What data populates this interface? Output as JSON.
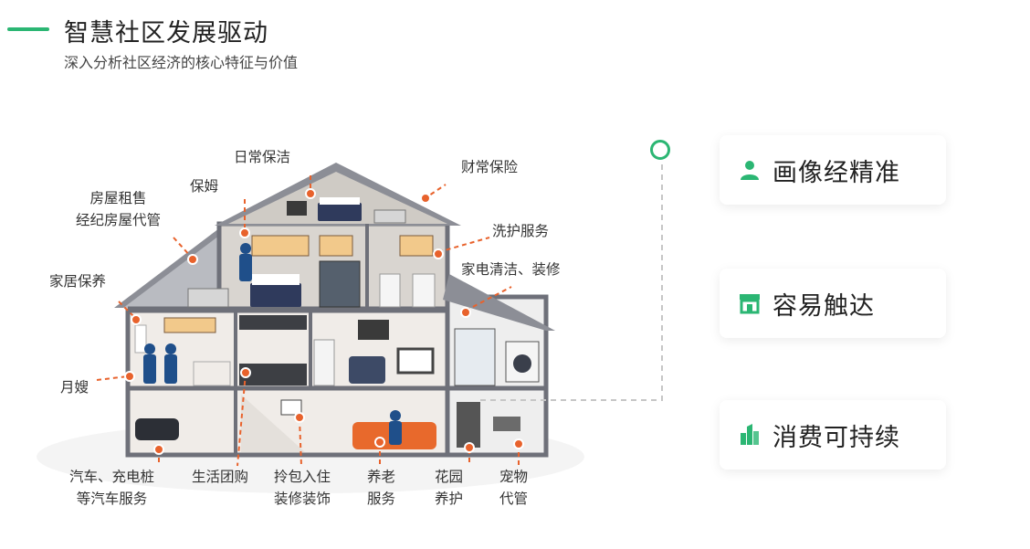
{
  "header": {
    "title": "智慧社区发展驱动",
    "subtitle": "深入分析社区经济的核心特征与价值"
  },
  "services": {
    "daily_cleaning": "日常保洁",
    "property_insurance": "财常保险",
    "nanny": "保姆",
    "rental_line1": "房屋租售",
    "rental_line2": "经纪房屋代管",
    "laundry": "洗护服务",
    "appliance": "家电清洁、装修",
    "home_care": "家居保养",
    "maternity": "月嫂",
    "car_line1": "汽车、充电桩",
    "car_line2": "等汽车服务",
    "group_buy": "生活团购",
    "move_in_line1": "拎包入住",
    "move_in_line2": "装修装饰",
    "elderly_line1": "养老",
    "elderly_line2": "服务",
    "garden_line1": "花园",
    "garden_line2": "养护",
    "pet_line1": "宠物",
    "pet_line2": "代管"
  },
  "cards": [
    {
      "label": "画像经精准",
      "icon": "user-icon"
    },
    {
      "label": "容易触达",
      "icon": "store-icon"
    },
    {
      "label": "消费可持续",
      "icon": "building-icon"
    }
  ],
  "colors": {
    "accent": "#2bb673",
    "marker": "#e8622c"
  }
}
